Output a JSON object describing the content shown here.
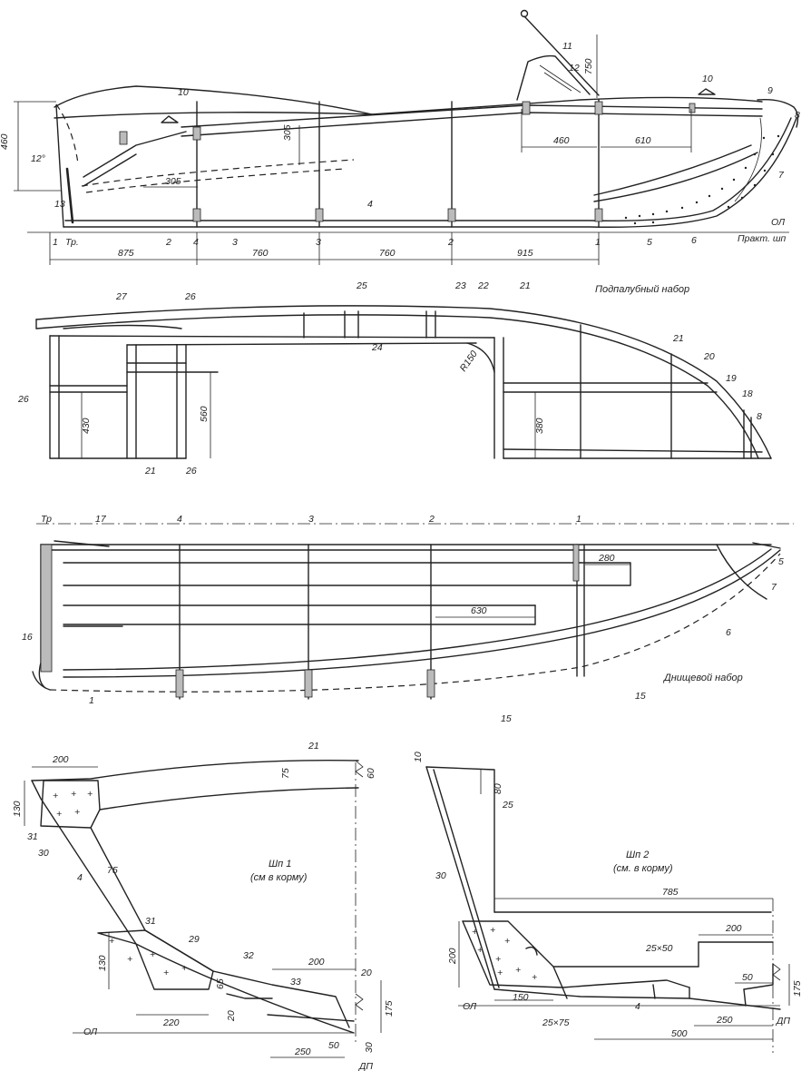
{
  "side_view": {
    "dims": {
      "d460": "460",
      "ang12": "12°",
      "d305a": "305",
      "d305b": "305",
      "d750": "750",
      "d460b": "460",
      "d610": "610",
      "d875": "875",
      "d760a": "760",
      "d760b": "760",
      "d915": "915"
    },
    "labels": {
      "l1": "1",
      "tr": "Тр.",
      "l2": "2",
      "l4": "4",
      "l3": "3",
      "l3b": "3",
      "l2b": "2",
      "l1b": "1",
      "l5": "5",
      "l6": "6",
      "l7": "7",
      "l8": "8",
      "l9": "9",
      "l10a": "10",
      "l10b": "10",
      "l11": "11",
      "l12": "12",
      "l13": "13",
      "l4b": "4",
      "ol": "ОЛ",
      "prakt": "Практ. шп"
    }
  },
  "deck_frame": {
    "caption": "Подпалубный набор",
    "dims": {
      "d430": "430",
      "d560": "560",
      "d380": "380",
      "r150": "R150"
    },
    "labels": {
      "l27": "27",
      "l26a": "26",
      "l25": "25",
      "l23": "23",
      "l22": "22",
      "l21a": "21",
      "l24": "24",
      "l26b": "26",
      "l21b": "21",
      "l26c": "26",
      "l21c": "21",
      "l20": "20",
      "l19": "19",
      "l18": "18",
      "l8": "8"
    }
  },
  "bottom_frame": {
    "caption": "Днищевой набор",
    "frames": {
      "tr": "Тр",
      "f4": "4",
      "f3": "3",
      "f2": "2",
      "f1": "1"
    },
    "dims": {
      "d280": "280",
      "d630": "630"
    },
    "labels": {
      "l17": "17",
      "l16": "16",
      "l1": "1",
      "l15a": "15",
      "l15b": "15",
      "l5": "5",
      "l7": "7",
      "l6": "6"
    }
  },
  "frame1": {
    "caption_line1": "Шп 1",
    "caption_line2": "(см в корму)",
    "dims": {
      "d200a": "200",
      "d75a": "75",
      "d60": "60",
      "d130a": "130",
      "d4": "4",
      "d75b": "75",
      "d130b": "130",
      "d220": "220",
      "d65": "65",
      "d20a": "20",
      "d200b": "200",
      "d20b": "20",
      "d175": "175",
      "d30": "30",
      "d50": "50",
      "d250": "250"
    },
    "labels": {
      "l21": "21",
      "l31a": "31",
      "l30": "30",
      "l31b": "31",
      "l29": "29",
      "l32": "32",
      "l33": "33",
      "ol": "ОЛ",
      "dp": "ДП"
    }
  },
  "frame2": {
    "caption_line1": "Шп 2",
    "caption_line2": "(см. в корму)",
    "dims": {
      "d10": "10",
      "d80": "80",
      "d25": "25",
      "d30": "30",
      "d785": "785",
      "d200a": "200",
      "d200b": "200",
      "s25x50": "25×50",
      "d50": "50",
      "d175": "175",
      "d150": "150",
      "d4": "4",
      "s25x75": "25×75",
      "d250": "250",
      "d500": "500"
    },
    "labels": {
      "ol": "ОЛ",
      "dp": "ДП"
    }
  }
}
